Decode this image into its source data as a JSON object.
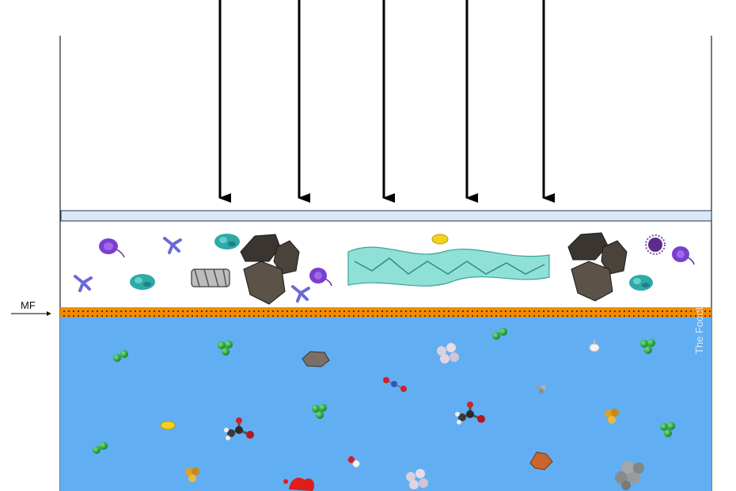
{
  "labels": {
    "mf": "MF",
    "watermark": "The FoodLighthouse"
  },
  "colors": {
    "arrow": "#000000",
    "top_plate": "#dbe8f5",
    "membrane": "#f08c00",
    "membrane_dots": "#2a1a00",
    "permeate": "#62aef2",
    "wall": "#222222"
  },
  "icons": [
    "pressure-arrow",
    "bacteria-icon",
    "yeast-icon",
    "casein-micelle-icon",
    "mineral-rock-icon",
    "protein-chain-icon",
    "fat-globule-icon",
    "spore-icon",
    "water-molecule-icon",
    "lactose-icon",
    "salt-crystal-icon",
    "acetic-acid-molecule-icon",
    "vitamin-capsule-icon",
    "blood-drop-icon"
  ]
}
